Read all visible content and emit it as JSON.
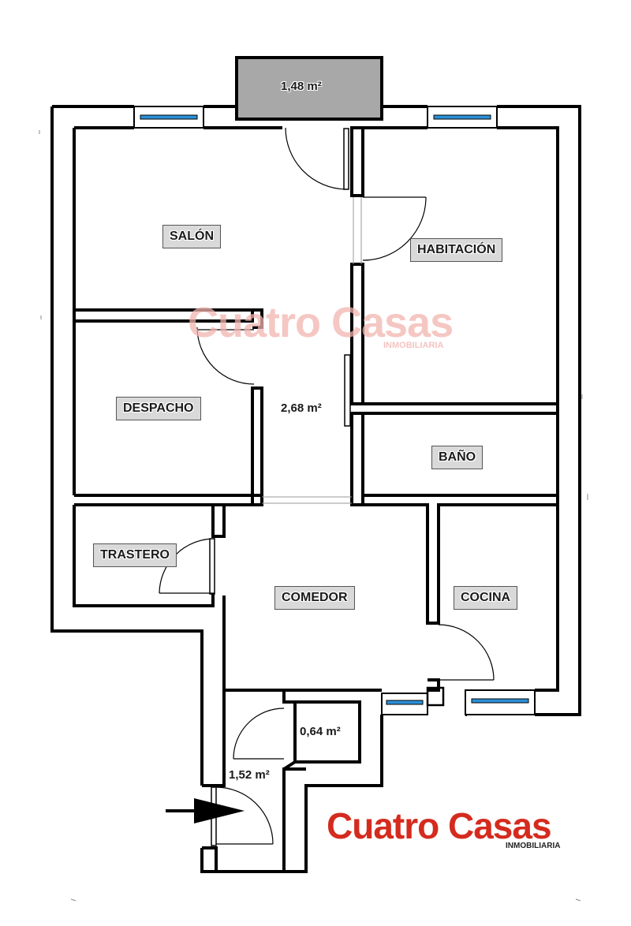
{
  "rooms": {
    "salon": "SALÓN",
    "habitacion": "HABITACIÓN",
    "despacho": "DESPACHO",
    "bano": "BAÑO",
    "trastero": "TRASTERO",
    "comedor": "COMEDOR",
    "cocina": "COCINA"
  },
  "areas": {
    "balcony": "1,48 m²",
    "hall": "2,68 m²",
    "closet": "0,64 m²",
    "entry": "1,52 m²"
  },
  "logo": {
    "name": "Cuatro Casas",
    "tagline": "INMOBILIARIA"
  },
  "colors": {
    "wall": "#000000",
    "balcony_fill": "#a8a8a8",
    "window_glass": "#2b8fd6",
    "label_bg": "#d9d9d9",
    "logo_red": "#d42b1e",
    "watermark": "#f2b5b0"
  }
}
